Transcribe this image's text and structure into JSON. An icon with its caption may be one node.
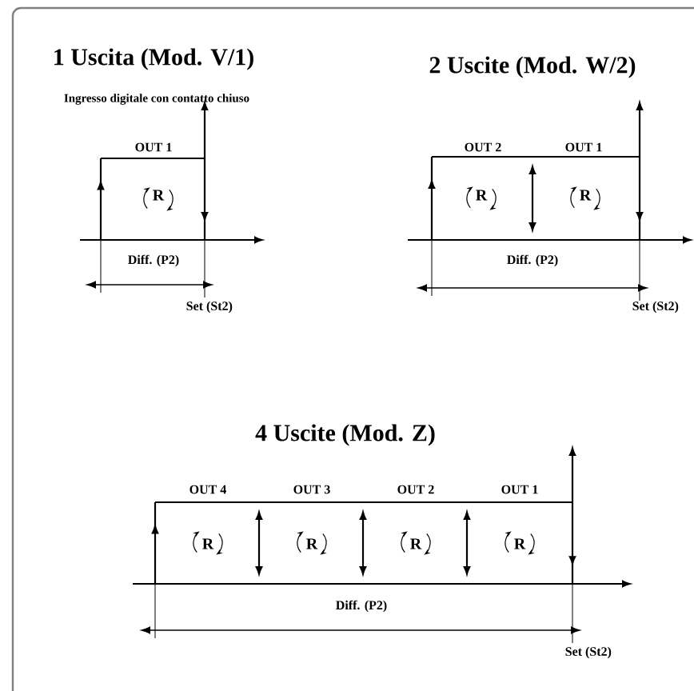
{
  "diagram": {
    "labels": [
      "1 Uscita (Mod. V/1)",
      "2 Uscite (Mod. W/2)",
      "Ingresso digitale con contatto chiuso",
      "OUT 1",
      "R",
      "OUT 2",
      "OUT 1",
      "R",
      "R",
      "Diff. (P2)",
      "Diff. (P2)",
      "Set (St2)",
      "Set (St2)",
      "4 Uscite (Mod. Z)",
      "OUT 4",
      "OUT 3",
      "OUT 2",
      "OUT 1",
      "R",
      "R",
      "R",
      "R",
      "Diff. (P2)",
      "Set (St2)"
    ]
  }
}
